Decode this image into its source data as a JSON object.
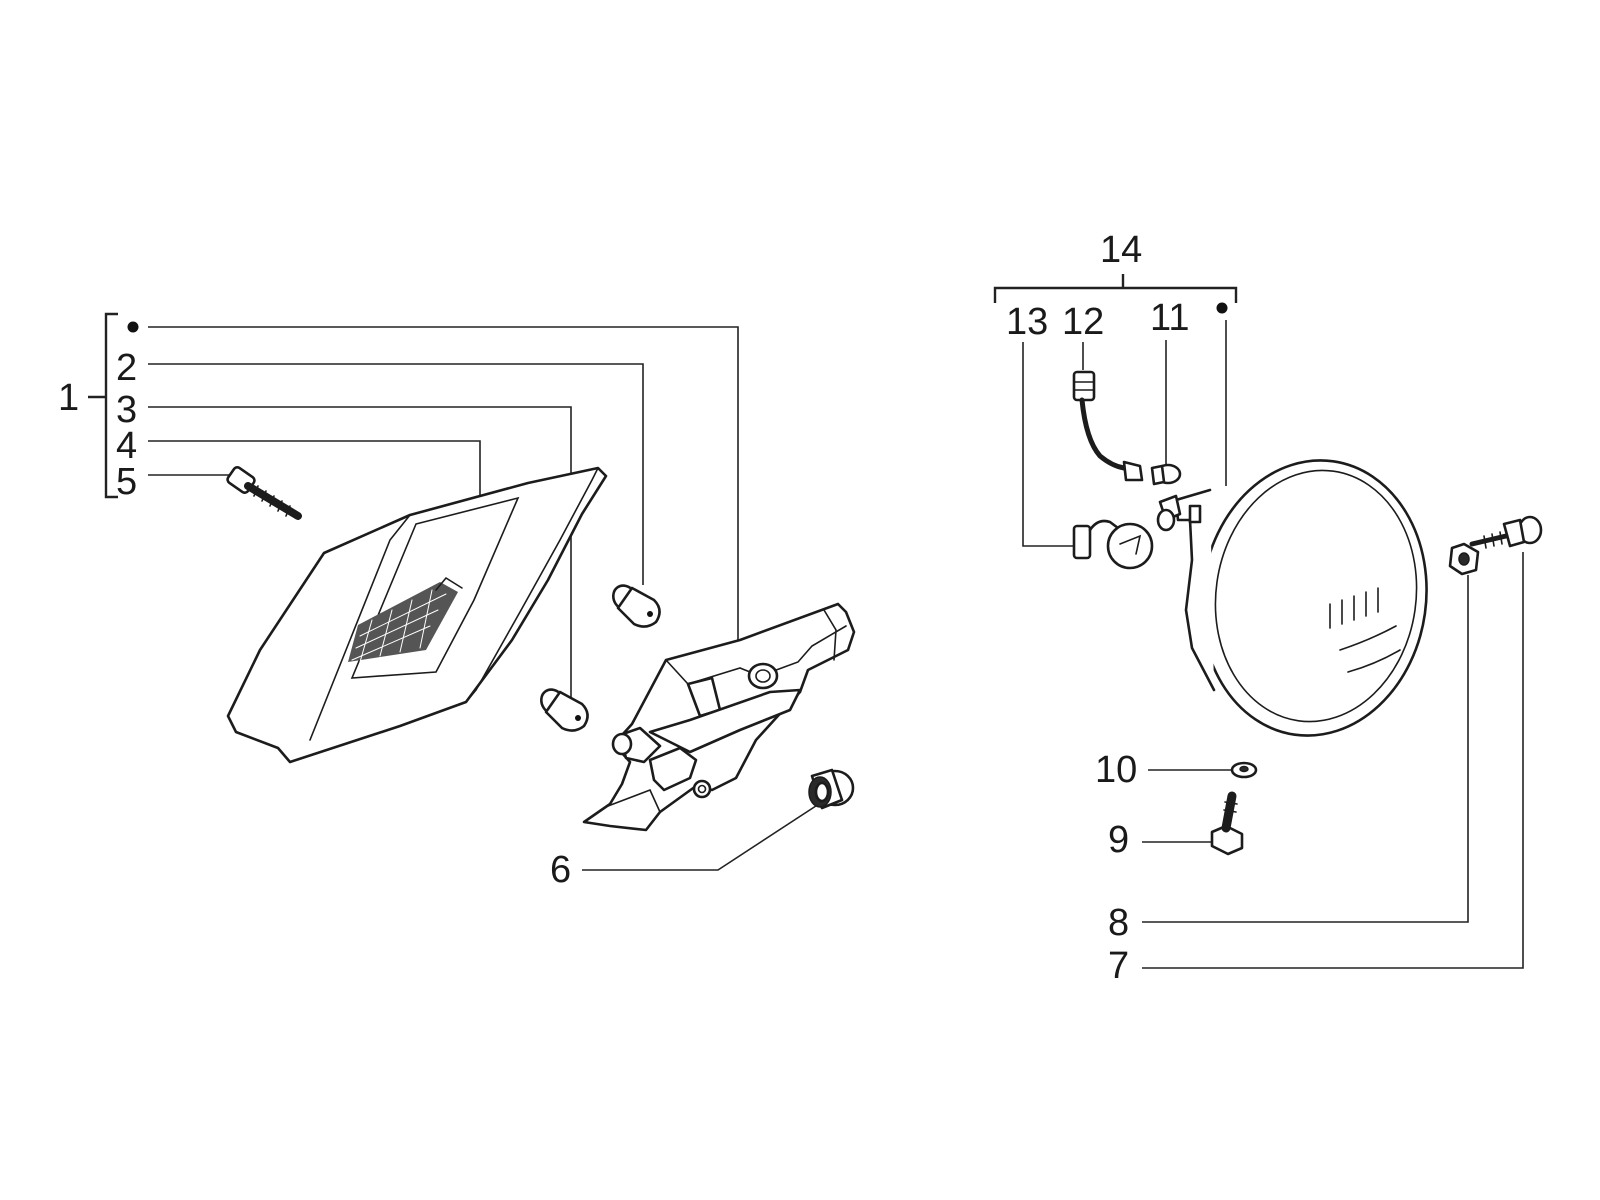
{
  "diagram": {
    "callouts": {
      "c1": "1",
      "c2": "2",
      "c3": "3",
      "c4": "4",
      "c5": "5",
      "c6": "6",
      "c7": "7",
      "c8": "8",
      "c9": "9",
      "c10": "10",
      "c11": "11",
      "c12": "12",
      "c13": "13",
      "c14": "14"
    },
    "colors": {
      "ink": "#1c1c1c",
      "paper": "#ffffff"
    }
  }
}
